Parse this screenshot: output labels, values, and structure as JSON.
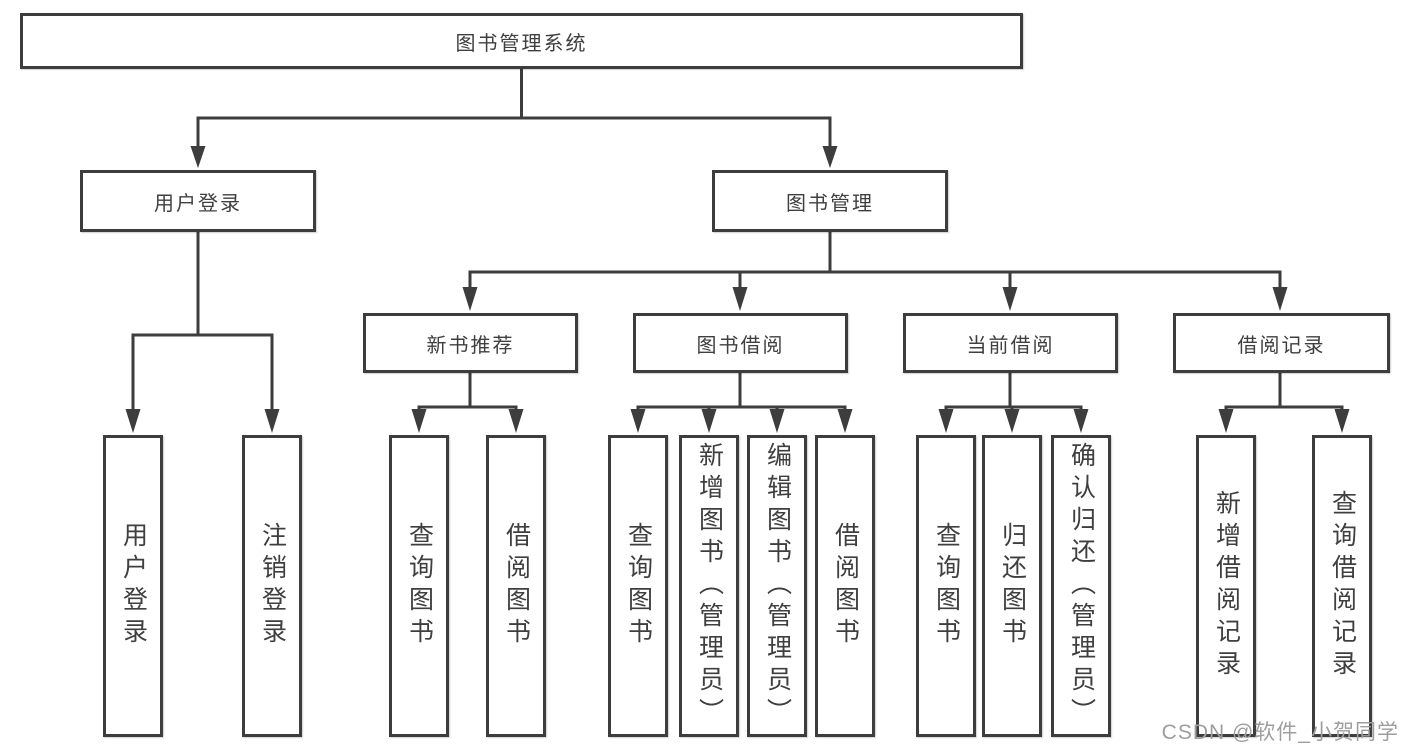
{
  "watermark": {
    "text": "CSDN @软件_小贺同学",
    "color": "#9e9e9e"
  },
  "colors": {
    "background": "#ffffff",
    "box_border": "#3d3d3d",
    "connector_line": "#3d3d3d",
    "text": "#3f3f3f"
  },
  "tree": {
    "root": "图书管理系统",
    "branches": [
      {
        "label": "用户登录",
        "children": [
          "用户登录",
          "注销登录"
        ]
      },
      {
        "label": "图书管理",
        "groups": [
          {
            "label": "新书推荐",
            "children": [
              "查询图书",
              "借阅图书"
            ]
          },
          {
            "label": "图书借阅",
            "children": [
              "查询图书",
              "新增图书（管理员）",
              "编辑图书（管理员）",
              "借阅图书"
            ]
          },
          {
            "label": "当前借阅",
            "children": [
              "查询图书",
              "归还图书",
              "确认归还（管理员）"
            ]
          },
          {
            "label": "借阅记录",
            "children": [
              "新增借阅记录",
              "查询借阅记录"
            ]
          }
        ]
      }
    ]
  }
}
